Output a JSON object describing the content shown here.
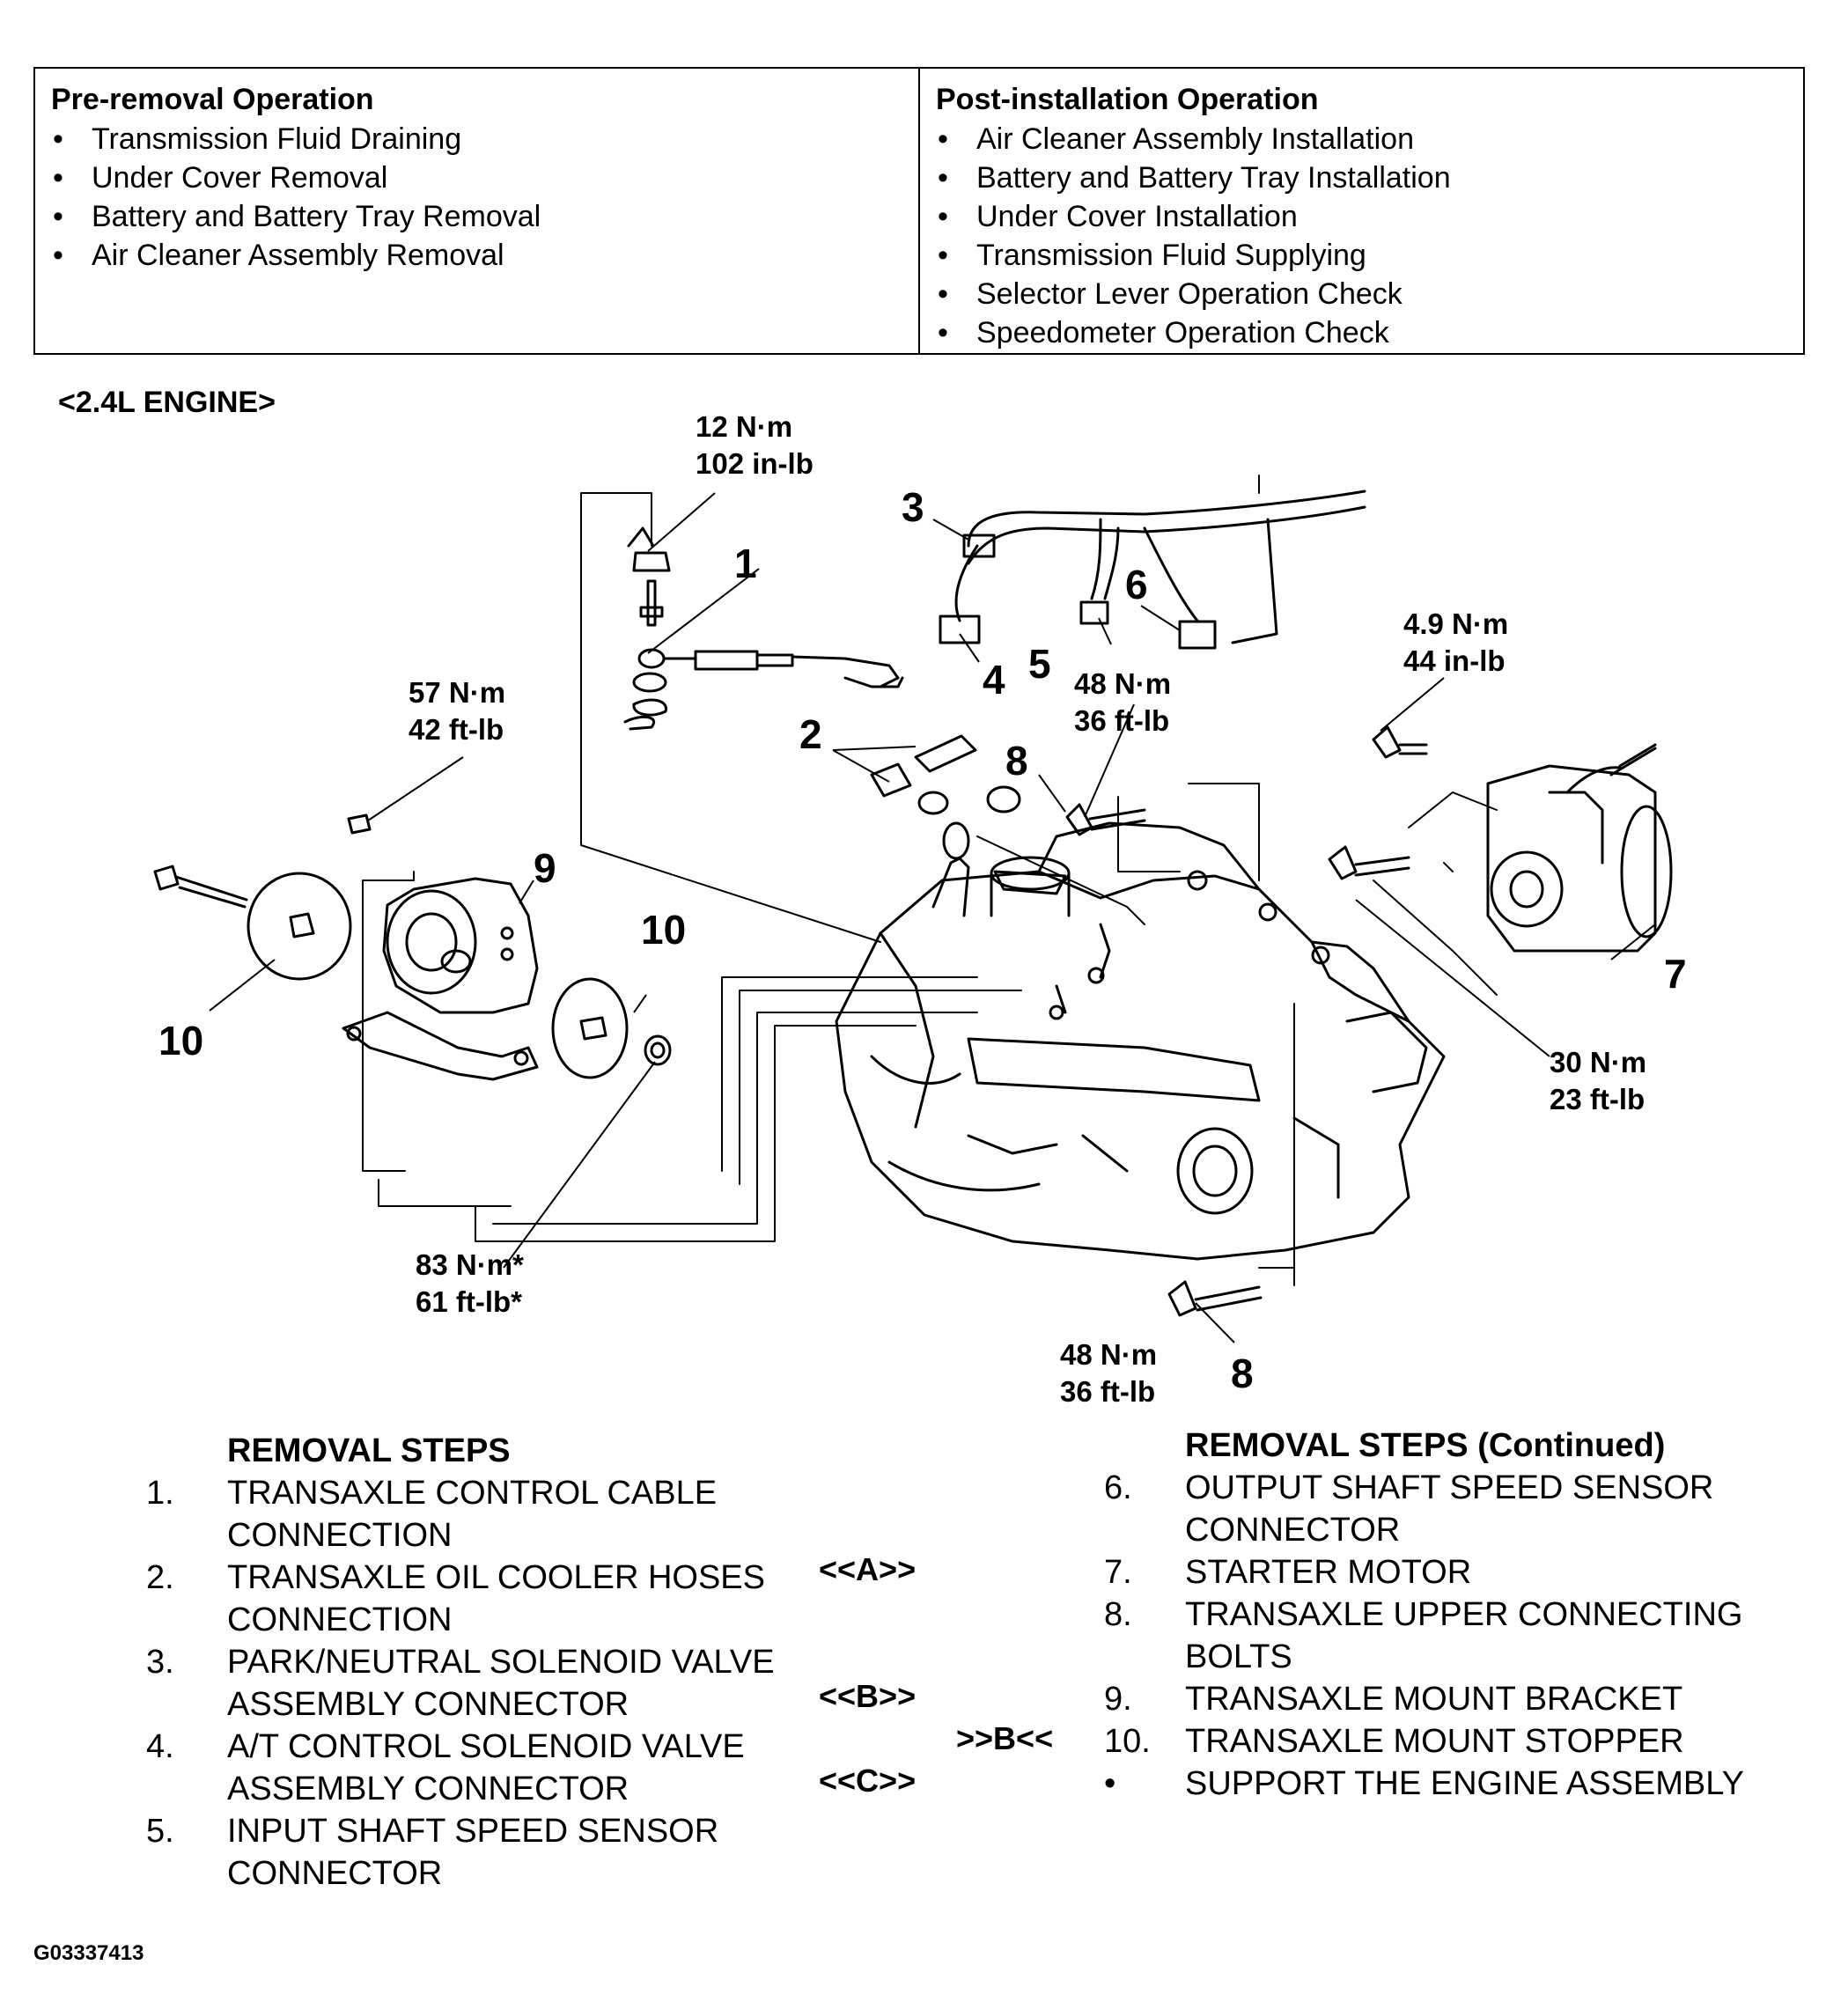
{
  "operations": {
    "pre_removal": {
      "title": "Pre-removal Operation",
      "items": [
        "Transmission Fluid Draining",
        "Under Cover Removal",
        "Battery and Battery Tray Removal",
        "Air Cleaner Assembly Removal"
      ]
    },
    "post_installation": {
      "title": "Post-installation Operation",
      "items": [
        "Air Cleaner Assembly Installation",
        "Battery and Battery Tray Installation",
        "Under Cover Installation",
        "Transmission Fluid Supplying",
        "Selector Lever Operation Check",
        "Speedometer Operation Check"
      ]
    }
  },
  "diagram": {
    "engine_label": "<2.4L ENGINE>",
    "torque_specs": [
      {
        "nm": "12 N·m",
        "imperial": "102 in-lb"
      },
      {
        "nm": "57 N·m",
        "imperial": "42 ft-lb"
      },
      {
        "nm": "48 N·m",
        "imperial": "36 ft-lb"
      },
      {
        "nm": "4.9 N·m",
        "imperial": "44 in-lb"
      },
      {
        "nm": "30 N·m",
        "imperial": "23 ft-lb"
      },
      {
        "nm": "83 N·m*",
        "imperial": "61 ft-lb*"
      },
      {
        "nm": "48 N·m",
        "imperial": "36 ft-lb"
      }
    ],
    "callouts": [
      "1",
      "2",
      "3",
      "4",
      "5",
      "6",
      "7",
      "8",
      "8",
      "9",
      "10",
      "10"
    ]
  },
  "removal_steps": {
    "title": "REMOVAL STEPS",
    "items": [
      {
        "num": "1.",
        "text": "TRANSAXLE CONTROL CABLE CONNECTION"
      },
      {
        "num": "2.",
        "text": "TRANSAXLE OIL COOLER HOSES CONNECTION"
      },
      {
        "num": "3.",
        "text": "PARK/NEUTRAL SOLENOID VALVE ASSEMBLY CONNECTOR"
      },
      {
        "num": "4.",
        "text": "A/T CONTROL SOLENOID VALVE ASSEMBLY CONNECTOR"
      },
      {
        "num": "5.",
        "text": "INPUT SHAFT SPEED SENSOR CONNECTOR"
      }
    ]
  },
  "removal_steps_continued": {
    "title": "REMOVAL STEPS (Continued)",
    "items": [
      {
        "num": "6.",
        "text": "OUTPUT SHAFT SPEED SENSOR CONNECTOR"
      },
      {
        "num": "7.",
        "text": "STARTER MOTOR"
      },
      {
        "num": "8.",
        "text": "TRANSAXLE UPPER CONNECTING BOLTS"
      },
      {
        "num": "9.",
        "text": "TRANSAXLE MOUNT BRACKET"
      },
      {
        "num": "10.",
        "text": "TRANSAXLE MOUNT STOPPER"
      },
      {
        "num": "•",
        "text": "SUPPORT THE ENGINE ASSEMBLY"
      }
    ]
  },
  "procedure_tags": {
    "a": "<<A>>",
    "b": "<<B>>",
    "b_install": ">>B<<",
    "c": "<<C>>"
  },
  "figure_id": "G03337413"
}
